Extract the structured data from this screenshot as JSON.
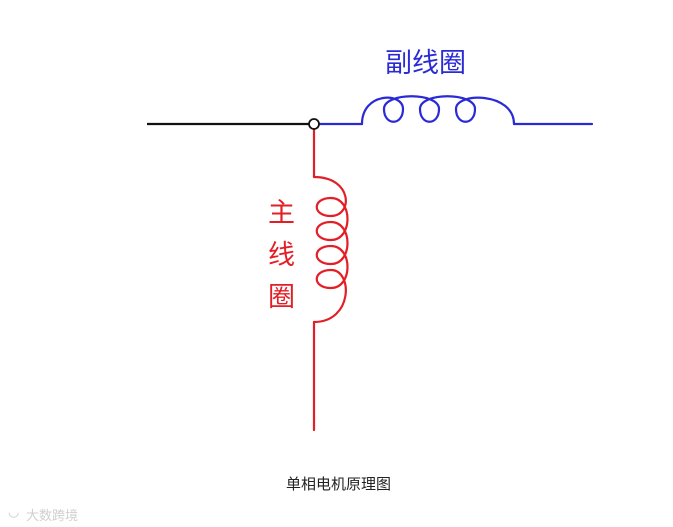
{
  "diagram": {
    "aux_coil_label": "副线圈",
    "main_coil_label": [
      "主",
      "线",
      "圈"
    ],
    "caption": "单相电机原理图",
    "colors": {
      "supply_line": "#111111",
      "aux_coil": "#2b2bd6",
      "main_coil": "#e21f26",
      "junction": "#111111"
    },
    "watermark": "大数跨境"
  }
}
